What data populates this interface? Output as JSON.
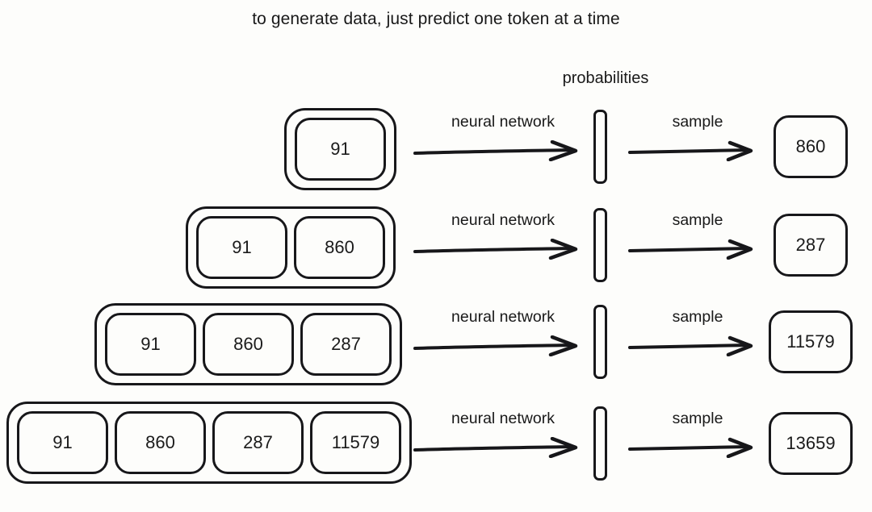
{
  "title": "to generate data, just predict one token at a time",
  "probabilities_label": "probabilities",
  "labels": {
    "neural_network": "neural network",
    "sample": "sample"
  },
  "colors": {
    "background": "#fdfdfb",
    "ink": "#17171a",
    "text": "#1b1b1b"
  },
  "icons": {
    "arrow": "arrow-right-icon",
    "probability_bar": "probability-bar-icon"
  },
  "rows": [
    {
      "index": 1,
      "context_tokens": [
        "91"
      ],
      "nn_label": "neural network",
      "sample_label": "sample",
      "output_token": "860"
    },
    {
      "index": 2,
      "context_tokens": [
        "91",
        "860"
      ],
      "nn_label": "neural network",
      "sample_label": "sample",
      "output_token": "287"
    },
    {
      "index": 3,
      "context_tokens": [
        "91",
        "860",
        "287"
      ],
      "nn_label": "neural network",
      "sample_label": "sample",
      "output_token": "11579"
    },
    {
      "index": 4,
      "context_tokens": [
        "91",
        "860",
        "287",
        "11579"
      ],
      "nn_label": "neural network",
      "sample_label": "sample",
      "output_token": "13659"
    }
  ]
}
